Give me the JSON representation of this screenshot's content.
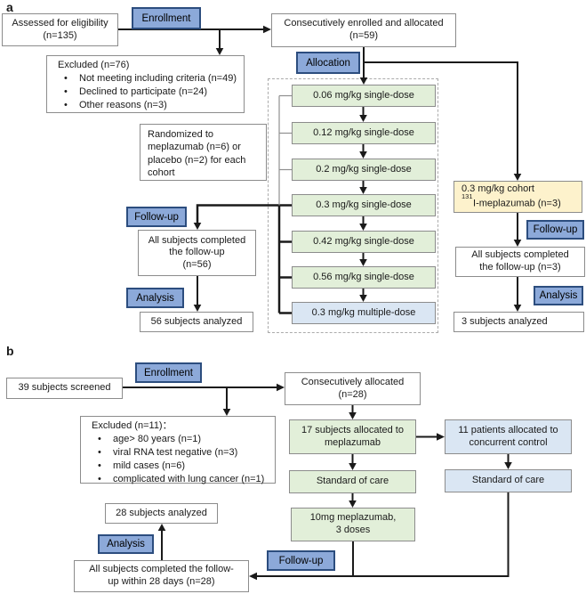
{
  "ui": {
    "bullet": "•"
  },
  "colors": {
    "badge_fill": "#8ca9d9",
    "badge_border": "#2c4d7e",
    "cohort_green": "#e2efd9",
    "cohort_blue": "#dae6f3",
    "radio_yellow": "#fdf2cc",
    "box_border": "#8c8c8c",
    "arrow": "#1a1a1a"
  },
  "panel_a": {
    "label": "a",
    "enrollment_badge": "Enrollment",
    "allocation_badge": "Allocation",
    "assessed_box": "Assessed for eligibility\n(n=135)",
    "enrolled_box": "Consecutively enrolled and allocated\n(n=59)",
    "excluded_box": {
      "title": "Excluded (n=76)",
      "items": [
        "Not meeting including criteria (n=49)",
        "Declined to participate (n=24)",
        "Other reasons (n=3)"
      ]
    },
    "randomized_box": "Randomized to\nmeplazumab (n=6) or\nplacebo (n=2) for each\ncohort",
    "cohorts": [
      "0.06 mg/kg single-dose",
      "0.12 mg/kg single-dose",
      "0.2 mg/kg single-dose",
      "0.3 mg/kg single-dose",
      "0.42 mg/kg single-dose",
      "0.56 mg/kg single-dose",
      "0.3 mg/kg multiple-dose"
    ],
    "followup_badge_left": "Follow-up",
    "followup_box_left": "All subjects completed\nthe follow-up\n(n=56)",
    "analysis_badge_left": "Analysis",
    "analyzed_box_left": "56 subjects analyzed",
    "radio_box": {
      "line1": "0.3 mg/kg cohort",
      "isotope_sup": "131",
      "line2_rest": "I-meplazumab (n=3)"
    },
    "followup_badge_right": "Follow-up",
    "followup_box_right": "All subjects completed\nthe follow-up (n=3)",
    "analysis_badge_right": "Analysis",
    "analyzed_box_right": "3 subjects analyzed"
  },
  "panel_b": {
    "label": "b",
    "enrollment_badge": "Enrollment",
    "screened_box": "39 subjects screened",
    "allocated_box": "Consecutively allocated\n(n=28)",
    "excluded_box": {
      "title": "Excluded (n=11)：",
      "items": [
        "age> 80 years (n=1)",
        "viral RNA test negative (n=3)",
        "mild cases (n=6)",
        "complicated with lung cancer (n=1)"
      ]
    },
    "meplazumab_box": "17 subjects allocated to\nmeplazumab",
    "control_box": "11 patients allocated to\nconcurrent control",
    "soc_left_box": "Standard of care",
    "soc_right_box": "Standard of care",
    "dose_box": "10mg meplazumab,\n3 doses",
    "followup_badge": "Follow-up",
    "followup_box": "All subjects completed the follow-\nup within 28 days (n=28)",
    "analysis_badge": "Analysis",
    "analyzed_box": "28 subjects analyzed"
  }
}
